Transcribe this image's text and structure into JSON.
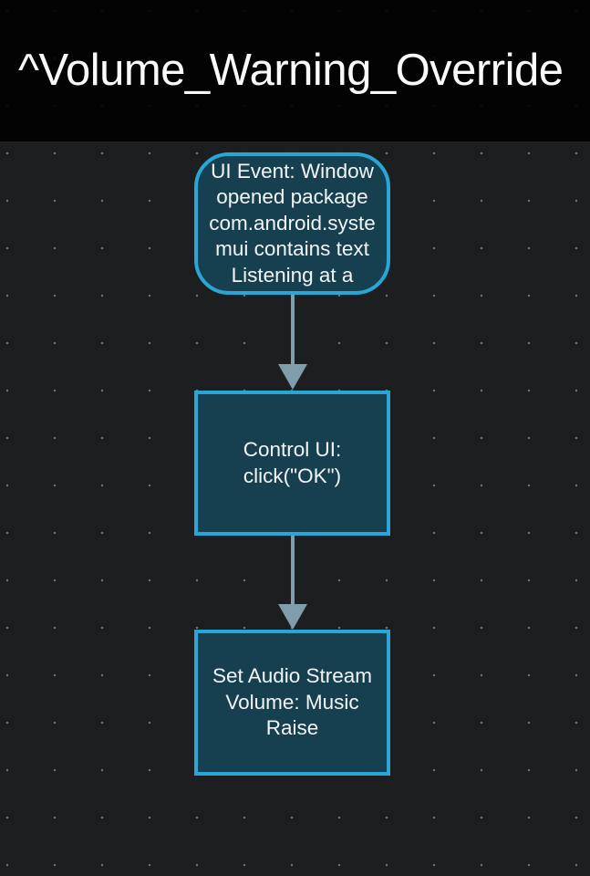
{
  "header": {
    "title": "^Volume_Warning_Override"
  },
  "colors": {
    "accent": "#29A5D6",
    "node_fill": "#164050",
    "arrow": "#7F9DAB",
    "canvas_bg": "#1D1E20",
    "header_bg": "#0A0A0A",
    "dot": "#6E7072",
    "node_text": "#F2F5F6",
    "title_text": "#FAFAFA"
  },
  "flow": {
    "nodes": [
      {
        "id": "ui-event",
        "block_type": "UI Event",
        "shape": "rounded-rectangle",
        "label": "UI Event: Window\nopened package\ncom.android.syste\nmui contains text\nListening at a"
      },
      {
        "id": "control-ui",
        "block_type": "Control UI",
        "shape": "rectangle",
        "label": "Control UI:\nclick(\"OK\")"
      },
      {
        "id": "set-volume",
        "block_type": "Set Audio Stream Volume",
        "shape": "rectangle",
        "label": "Set Audio Stream\nVolume: Music\nRaise"
      }
    ],
    "connections": [
      {
        "from": "ui-event",
        "to": "control-ui"
      },
      {
        "from": "control-ui",
        "to": "set-volume"
      }
    ]
  }
}
